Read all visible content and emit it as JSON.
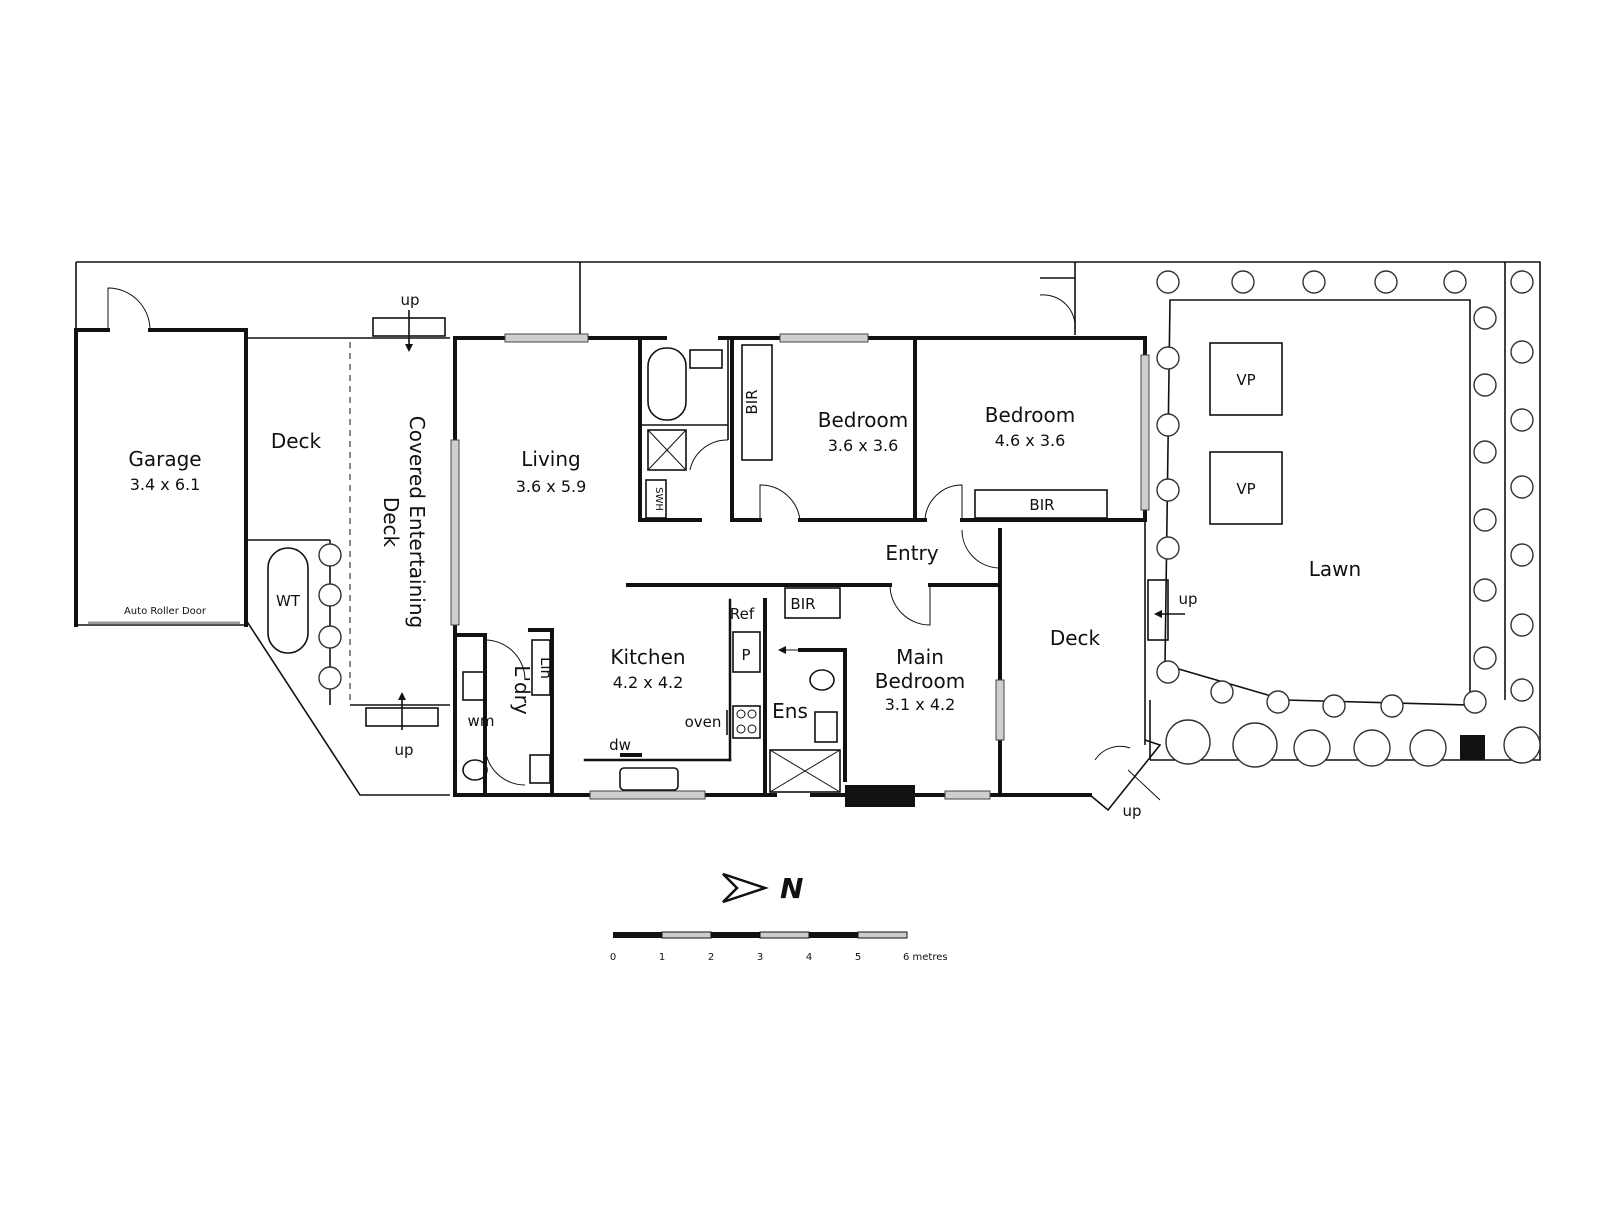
{
  "rooms": {
    "garage": {
      "name": "Garage",
      "dims": "3.4 x 6.1"
    },
    "auto_roller_door": "Auto Roller Door",
    "deck_west": "Deck",
    "covered_deck": {
      "line1": "Covered Entertaining",
      "line2": "Deck"
    },
    "wt": "WT",
    "living": {
      "name": "Living",
      "dims": "3.6 x 5.9"
    },
    "swh": "SWH",
    "bir_bed1": "BIR",
    "bedroom1": {
      "name": "Bedroom",
      "dims": "3.6 x 3.6"
    },
    "bedroom2": {
      "name": "Bedroom",
      "dims": "4.6 x 3.6"
    },
    "bir_bed2": "BIR",
    "entry": "Entry",
    "bir_main": "BIR",
    "ref": "Ref",
    "pantry": "P",
    "kitchen": {
      "name": "Kitchen",
      "dims": "4.2 x 4.2"
    },
    "oven": "oven",
    "dw": "dw",
    "lin": "Lin",
    "laundry": "L'dry",
    "wm": "wm",
    "ensuite": "Ens",
    "main_bedroom": {
      "line1": "Main",
      "line2": "Bedroom",
      "dims": "3.1 x 4.2"
    },
    "deck_east": "Deck",
    "lawn": "Lawn",
    "vp1": "VP",
    "vp2": "VP"
  },
  "steps": {
    "up_top": "up",
    "up_bottom": "up",
    "up_lawn": "up",
    "up_front": "up"
  },
  "compass": {
    "label": "N"
  },
  "scale": {
    "ticks": [
      "0",
      "1",
      "2",
      "3",
      "4",
      "5"
    ],
    "end_label": "6 metres"
  }
}
